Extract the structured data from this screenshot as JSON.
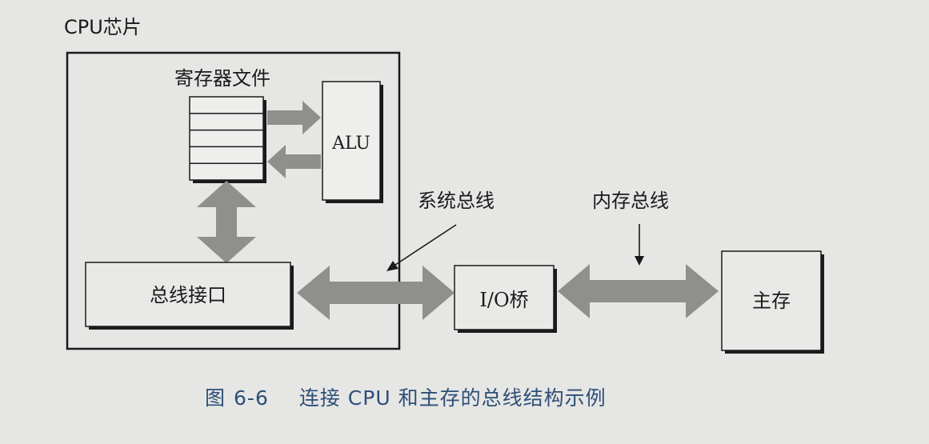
{
  "diagram": {
    "cpu_chip_label": "CPU芯片",
    "register_file_label": "寄存器文件",
    "alu_label": "ALU",
    "bus_interface_label": "总线接口",
    "system_bus_label": "系统总线",
    "memory_bus_label": "内存总线",
    "io_bridge_label": "I/O桥",
    "main_memory_label": "主存"
  },
  "caption": {
    "prefix": "图",
    "number": "6-6",
    "text": "连接 CPU 和主存的总线结构示例"
  },
  "colors": {
    "background": "#e6e6e4",
    "line": "#1a1a1a",
    "arrow_fill": "#8f8f8d",
    "box_fill": "#e9e9e7",
    "caption": "#2e4f78"
  }
}
